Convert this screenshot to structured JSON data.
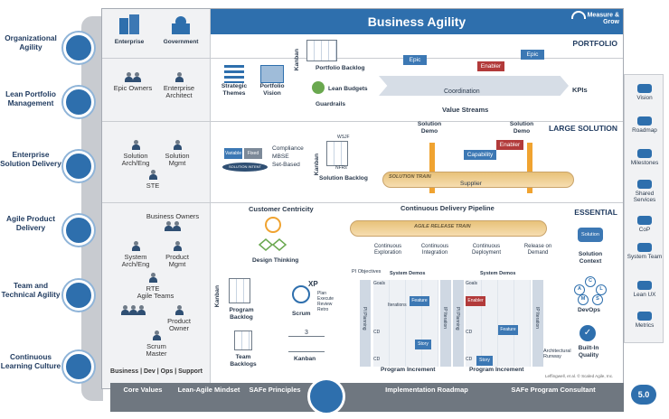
{
  "competencies": [
    {
      "label": "Organizational Agility",
      "icon": "people-network-icon"
    },
    {
      "label": "Lean Portfolio Management",
      "icon": "portfolio-chart-icon"
    },
    {
      "label": "Enterprise Solution Delivery",
      "icon": "solution-cube-icon"
    },
    {
      "label": "Agile Product Delivery",
      "icon": "product-delivery-icon"
    },
    {
      "label": "Team and Technical Agility",
      "icon": "team-gear-icon"
    },
    {
      "label": "Continuous Learning Culture",
      "icon": "learning-icon"
    }
  ],
  "header": {
    "enterprise": "Enterprise",
    "government": "Government",
    "title": "Business Agility",
    "measure": "Measure & Grow"
  },
  "levels": {
    "portfolio": "PORTFOLIO",
    "large_solution": "LARGE SOLUTION",
    "essential": "ESSENTIAL"
  },
  "roles": {
    "portfolio": [
      "Epic Owners",
      "Enterprise Architect"
    ],
    "solution": [
      "Solution Arch/Eng",
      "Solution Mgmt",
      "STE"
    ],
    "essential": [
      "Business Owners",
      "System Arch/Eng",
      "Product Mgmt",
      "RTE",
      "Agile Teams",
      "Product Owner",
      "Scrum Master"
    ]
  },
  "portfolio": {
    "strategic_themes": "Strategic Themes",
    "portfolio_vision": "Portfolio Vision",
    "kanban": "Kanban",
    "portfolio_backlog": "Portfolio Backlog",
    "lean_budgets": "Lean Budgets",
    "guardrails": "Guardrails",
    "epic1": "Epic",
    "enabler": "Enabler",
    "epic2": "Epic",
    "coordination": "Coordination",
    "kpis": "KPIs",
    "value_streams": "Value Streams"
  },
  "solution": {
    "variable": "Variable",
    "fixed": "Fixed",
    "solution_intent": "SOLUTION INTENT",
    "compliance": "Compliance",
    "mbse": "MBSE",
    "set_based": "Set-Based",
    "wsjf": "WSJF",
    "nfrs": "NFRs",
    "kanban": "Kanban",
    "solution_backlog": "Solution Backlog",
    "demo1": "Solution Demo",
    "demo2": "Solution Demo",
    "capability": "Capability",
    "enabler": "Enabler",
    "train": "SOLUTION TRAIN",
    "supplier": "Supplier"
  },
  "essential": {
    "customer_centricity": "Customer Centricity",
    "design_thinking": "Design Thinking",
    "cdp": "Continuous Delivery Pipeline",
    "art": "AGILE RELEASE TRAIN",
    "exploration": "Continuous Exploration",
    "integration": "Continuous Integration",
    "deployment": "Continuous Deployment",
    "release": "Release on Demand",
    "solution": "Solution",
    "solution_context": "Solution Context",
    "devops": "DevOps",
    "built_in_quality": "Built-In Quality",
    "kanban_label": "Kanban",
    "program_backlog": "Program Backlog",
    "team_backlogs": "Team Backlogs",
    "xp": "XP",
    "scrum": "Scrum",
    "scrum_steps": [
      "Plan",
      "Execute",
      "Review",
      "Retro"
    ],
    "kanban_board": "Kanban",
    "kanban_num": "3",
    "pi_objectives": "PI Objectives",
    "system_demos1": "System Demos",
    "system_demos2": "System Demos",
    "goals1": "Goals",
    "goals2": "Goals",
    "iterations": "Iterations",
    "feature1": "Feature",
    "feature2": "Feature",
    "enabler": "Enabler",
    "story1": "Story",
    "story2": "Story",
    "cd1": "CD",
    "cd2": "CD",
    "cd3": "CD",
    "cd4": "CD",
    "pi_planning1": "PI Planning",
    "pi_planning2": "PI Planning",
    "ip_iteration1": "IP Iteration",
    "ip_iteration2": "IP Iteration",
    "program_increment1": "Program Increment",
    "program_increment2": "Program Increment",
    "architectural_runway": "Architectural Runway",
    "copyright": "Leffingwell, et al. © Scaled Agile, Inc.",
    "agile_teams_bottom": "Business | Dev | Ops | Support",
    "devops_letters": [
      "C",
      "A",
      "L",
      "M",
      "S"
    ]
  },
  "spanning": [
    "Vision",
    "Roadmap",
    "Milestones",
    "Shared Services",
    "CoP",
    "System Team",
    "Lean UX",
    "Metrics"
  ],
  "footer": [
    "Core Values",
    "Lean-Agile Mindset",
    "SAFe Principles",
    "Implementation Roadmap",
    "SAFe Program Consultant"
  ],
  "version": "5.0",
  "colors": {
    "brand_blue": "#2e6fad",
    "enabler_red": "#b23a3a",
    "epic_blue": "#3c78b4",
    "train_gold": "#e8c27a"
  }
}
